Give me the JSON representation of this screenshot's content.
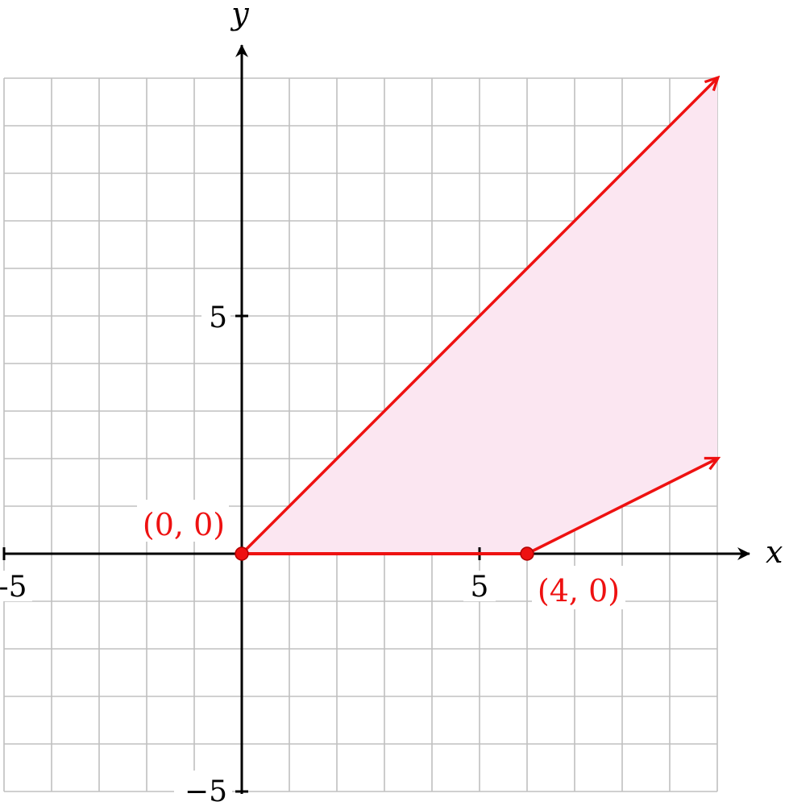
{
  "axes": {
    "x_label": "x",
    "y_label": "y"
  },
  "ticks": {
    "x": [
      "-5",
      "5"
    ],
    "y": [
      "5",
      "−5"
    ]
  },
  "points": [
    {
      "label": "(0, 0)",
      "x": 0,
      "y": 0
    },
    {
      "label": "(4, 0)",
      "x": 6,
      "y": 0
    }
  ],
  "region": {
    "vertices": [
      [
        0,
        0
      ],
      [
        6,
        0
      ],
      [
        10,
        2
      ],
      [
        10,
        10
      ]
    ],
    "boundary_segment": {
      "from": [
        0,
        0
      ],
      "to": [
        6,
        0
      ]
    },
    "boundary_rays": [
      {
        "from": [
          0,
          0
        ],
        "to": [
          10,
          10
        ]
      },
      {
        "from": [
          6,
          0
        ],
        "to": [
          10,
          2
        ]
      }
    ]
  },
  "grid": {
    "x_range": [
      -5,
      10
    ],
    "y_range": [
      -5,
      10
    ],
    "step": 1
  },
  "colors": {
    "region_fill": "#fbe6f1",
    "boundary": "#ee1111",
    "point_label": "#ee1111",
    "grid": "#c0c0c0",
    "axis": "#000000"
  }
}
